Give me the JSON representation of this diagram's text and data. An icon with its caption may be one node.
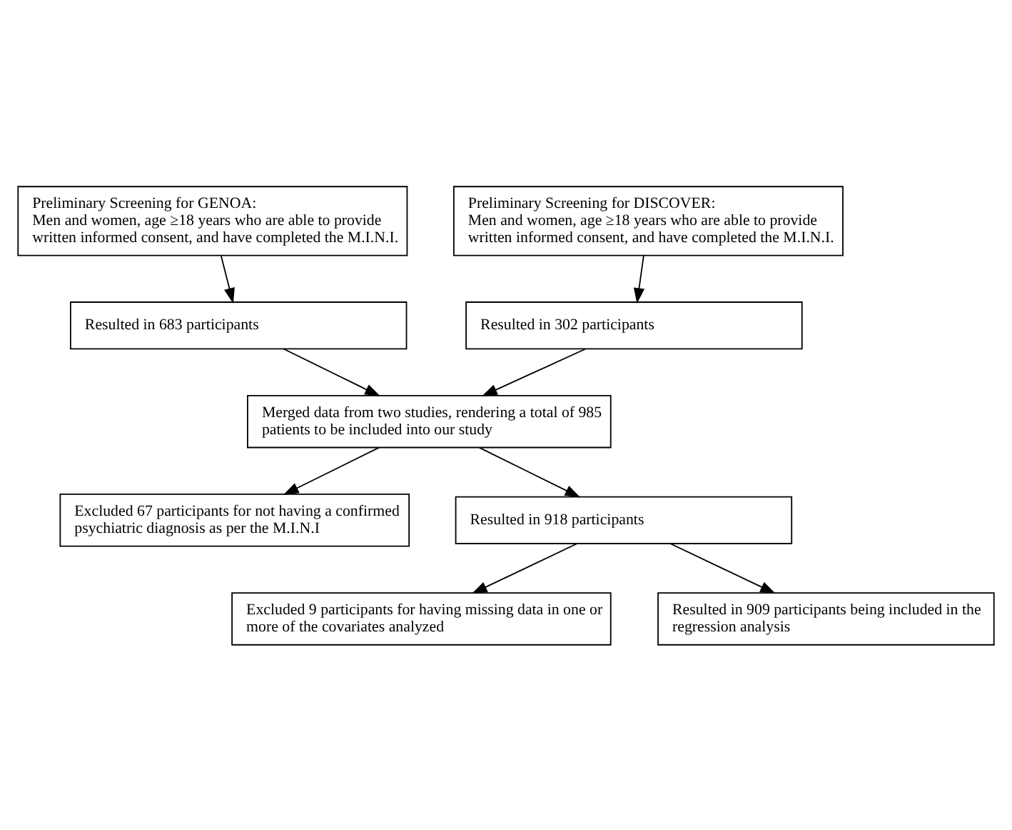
{
  "diagram": {
    "nodes": [
      {
        "text": [
          "Preliminary Screening for GENOA:",
          "Men and women, age ≥18 years who are able to provide written informed consent, and have completed the M.I.N.I."
        ]
      },
      {
        "text": [
          "Preliminary Screening for DISCOVER:",
          "Men and women, age ≥18 years who are able to provide written informed consent, and have completed the M.I.N.I."
        ]
      },
      {
        "text": [
          "Resulted in 683 participants"
        ]
      },
      {
        "text": [
          "Resulted in 302 participants"
        ]
      },
      {
        "text": [
          "Merged data from two studies, rendering a total of 985 patients to be included into our study"
        ]
      },
      {
        "text": [
          "Excluded 67 participants for not having a confirmed psychiatric diagnosis as per the M.I.N.I"
        ]
      },
      {
        "text": [
          "Resulted in 918 participants"
        ]
      },
      {
        "text": [
          "Excluded 9 participants for having missing data in one or more of the covariates analyzed"
        ]
      },
      {
        "text": [
          "Resulted in 909 participants being included in the regression analysis"
        ]
      }
    ],
    "edges": [
      {
        "from": 0,
        "to": 2,
        "arrow": "to"
      },
      {
        "from": 1,
        "to": 3,
        "arrow": "to"
      },
      {
        "from": 2,
        "to": 4,
        "arrow": "to"
      },
      {
        "from": 3,
        "to": 4,
        "arrow": "to"
      },
      {
        "from": 4,
        "to": 6,
        "arrow": "to"
      },
      {
        "from": 4,
        "to": 5,
        "arrow": "to"
      },
      {
        "from": 6,
        "to": 8,
        "arrow": "to"
      },
      {
        "from": 6,
        "to": 7,
        "arrow": "to"
      }
    ]
  }
}
